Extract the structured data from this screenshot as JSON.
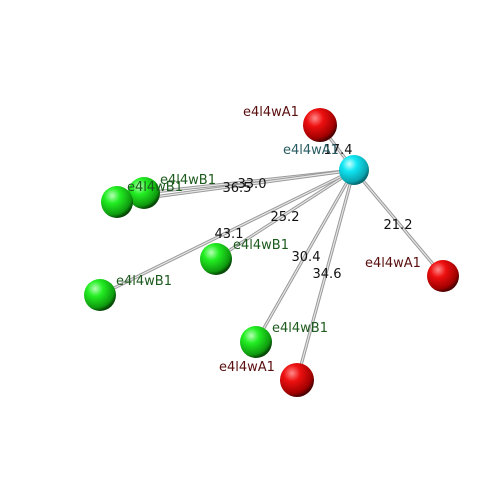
{
  "colors": {
    "background": "#ffffff",
    "center_node": "#00e5f0",
    "red_node": "#e00000",
    "green_node": "#1ee81e",
    "label_red": "#5a0f0f",
    "label_green": "#1d5a1d",
    "label_center": "#2a5c63",
    "bond": "#b8b8b8",
    "distance_text": "#111111"
  },
  "center": {
    "label": "e4l4wA1"
  },
  "nodes": [
    {
      "label": "e4l4wA1",
      "type": "red",
      "distance": "17.4"
    },
    {
      "label": "e4l4wB1",
      "type": "green",
      "distance": "33.0"
    },
    {
      "label": "e4l4wB1",
      "type": "green",
      "distance": "36.5"
    },
    {
      "label": "e4l4wB1",
      "type": "green",
      "distance": "25.2"
    },
    {
      "label": "e4l4wB1",
      "type": "green",
      "distance": "43.1"
    },
    {
      "label": "e4l4wA1",
      "type": "red",
      "distance": "21.2"
    },
    {
      "label": "e4l4wB1",
      "type": "green",
      "distance": "30.4"
    },
    {
      "label": "e4l4wA1",
      "type": "red",
      "distance": "34.6"
    }
  ]
}
